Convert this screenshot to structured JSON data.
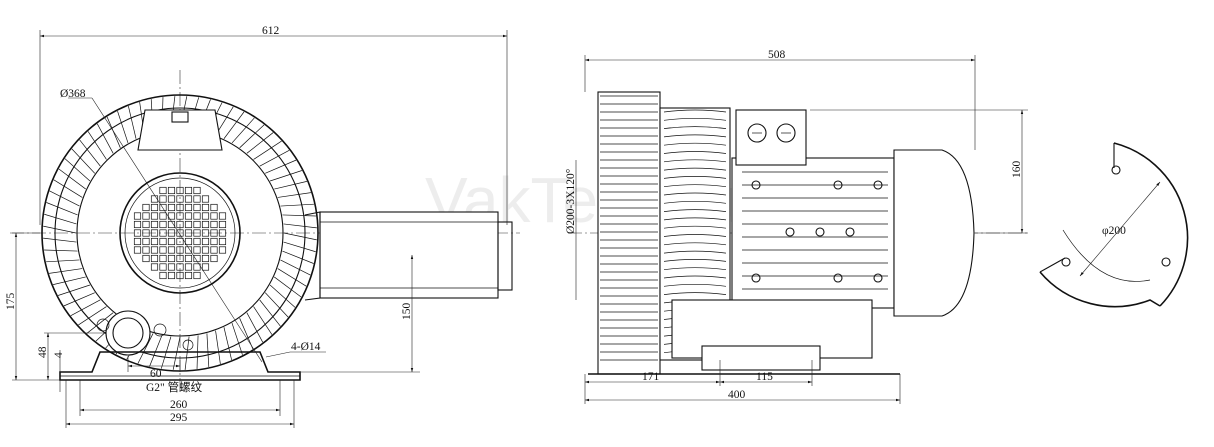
{
  "watermark": "VakTech.ru",
  "front_view": {
    "dims": {
      "overall_width": "612",
      "housing_diameter": "Ø368",
      "center_height": "175",
      "outlet_offset": "150",
      "foot_height_1": "48",
      "foot_height_2": "4",
      "port_offset": "60",
      "mount_holes": "4-Ø14",
      "foot_inner": "260",
      "foot_outer": "295",
      "port_thread": "G2\" 管螺纹"
    }
  },
  "side_view": {
    "dims": {
      "overall_length": "508",
      "flange_pattern": "Ø200-3X120°",
      "height_160": "160",
      "dim_171": "171",
      "dim_115": "115",
      "dim_400": "400"
    }
  },
  "flange_view": {
    "dims": {
      "bolt_circle": "φ200"
    }
  },
  "colors": {
    "line": "#111111",
    "background": "#ffffff"
  }
}
